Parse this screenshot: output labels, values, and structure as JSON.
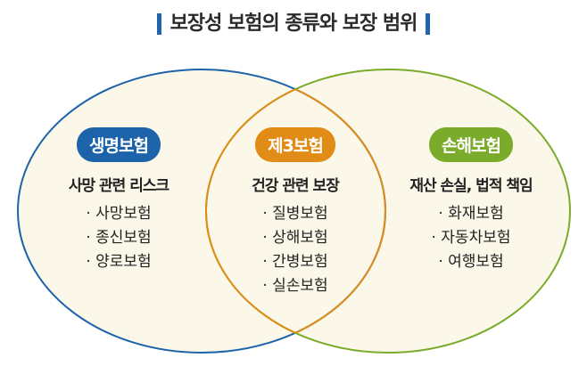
{
  "title": "보장성 보험의 종류와 보장 범위",
  "colors": {
    "life": "#1d63aa",
    "third": "#e08c16",
    "nonlife": "#7aab2a",
    "fill": "#fbf8ea"
  },
  "groups": [
    {
      "label": "생명보험",
      "subtitle": "사망 관련 리스크",
      "items": [
        "· 사망보험",
        "· 종신보험",
        "· 양로보험"
      ]
    },
    {
      "label": "제3보험",
      "subtitle": "건강 관련 보장",
      "items": [
        "· 질병보험",
        "· 상해보험",
        "· 간병보험",
        "· 실손보험"
      ]
    },
    {
      "label": "손해보험",
      "subtitle": "재산 손실, 법적 책임",
      "items": [
        "· 화재보험",
        "· 자동차보험",
        "· 여행보험"
      ]
    }
  ]
}
